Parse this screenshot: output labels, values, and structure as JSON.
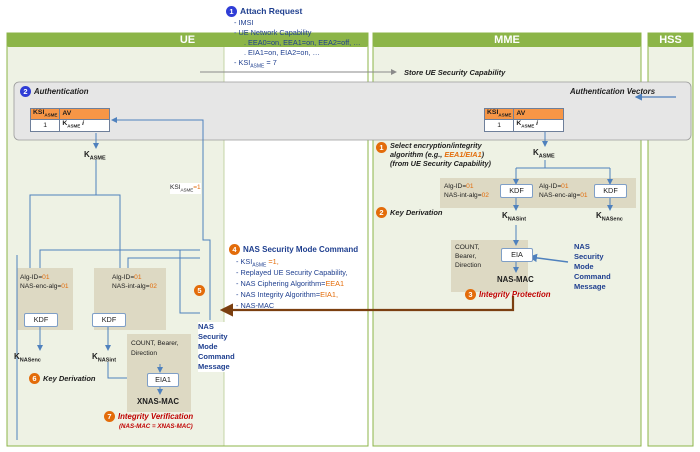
{
  "lanes": {
    "ue": "UE",
    "mme": "MME",
    "hss": "HSS"
  },
  "attach": {
    "num": "1",
    "title": "Attach Request",
    "items": [
      "- IMSI",
      "- UE Network Capability",
      ". EEA0=on, EEA1=on, EEA2=off, …",
      ". EIA1=on, EIA2=on, …"
    ],
    "ksi_prefix": "- KSI",
    "ksi_sub": "ASME",
    "ksi_val": " = 7"
  },
  "store_label": "Store UE Security Capability",
  "auth": {
    "num": "2",
    "title": "Authentication",
    "vectors": "Authentication Vectors"
  },
  "av_table": {
    "h1": "KSI",
    "h1_sub": "ASME",
    "h2": "AV",
    "v1": "1",
    "v2": "K",
    "v2_sub": "ASME",
    "v2_suffix": " i"
  },
  "kasme": {
    "k": "K",
    "sub": "ASME"
  },
  "ksi_flow": {
    "k": "KSI",
    "sub": "ASME",
    "val": "=1"
  },
  "select": {
    "num": "1",
    "line1": "Select encryption/integrity",
    "line2": "algorithm (e.g., ",
    "algs": "EEA1/EIA1",
    "line2_end": ")",
    "line3": "(from UE Security Capability)"
  },
  "kdf": "KDF",
  "mme_kdf_int": {
    "a": "Alg-ID=",
    "a_val": "01",
    "b": "NAS-int-alg=",
    "b_val": "02"
  },
  "mme_kdf_enc": {
    "a": "Alg-ID=",
    "a_val": "01",
    "b": "NAS-enc-alg=",
    "b_val": "01"
  },
  "knasint": {
    "k": "K",
    "sub": "NASint"
  },
  "knasenc": {
    "k": "K",
    "sub": "NASenc"
  },
  "key_deriv_mme": {
    "num": "2",
    "label": "Key Derivation"
  },
  "mme_eia": {
    "inputs": [
      "COUNT,",
      "Bearer,",
      "Direction"
    ],
    "box": "EIA",
    "out": "NAS-MAC"
  },
  "integrity_prot": {
    "num": "3",
    "label": "Integrity Protection"
  },
  "nas_msg_mme": [
    "NAS",
    "Security",
    "Mode",
    "Command",
    "Message"
  ],
  "smc": {
    "num": "4",
    "title": "NAS Security Mode Command",
    "ksi_prefix": "- KSI",
    "ksi_sub": "ASME",
    "ksi_val": " =1,",
    "l2": "- Replayed UE Security Capability,",
    "l3": "- NAS Ciphering Algorithm=",
    "l3_val": "EEA1",
    "l4": "- NAS Integrity Algorithm=",
    "l4_val": "EIA1,",
    "l5": "- NAS-MAC"
  },
  "step5": {
    "num": "5"
  },
  "nas_msg_ue": [
    "NAS",
    "Security",
    "Mode",
    "Command",
    "Message"
  ],
  "ue_kdf_enc": {
    "a": "Alg-ID=",
    "a_val": "01",
    "b": "NAS-enc-alg=",
    "b_val": "01"
  },
  "ue_kdf_int": {
    "a": "Alg-ID=",
    "a_val": "01",
    "b": "NAS-int-alg=",
    "b_val": "02"
  },
  "key_deriv_ue": {
    "num": "6",
    "label": "Key Derivation"
  },
  "ue_eia": {
    "inputs": [
      "COUNT, Bearer,",
      "Direction"
    ],
    "box": "EIA1",
    "out": "XNAS-MAC"
  },
  "integrity_verif": {
    "num": "7",
    "label": "Integrity Verification",
    "sub": "(NAS-MAC = XNAS-MAC)"
  },
  "colors": {
    "lane_green": "#8cb548",
    "lane_bg": "#eef2e4",
    "arrow_blue": "#4f81bd",
    "arrow_brown": "#7b3f10",
    "badge_blue": "#2f3dd6",
    "badge_orange": "#e36c0a"
  }
}
